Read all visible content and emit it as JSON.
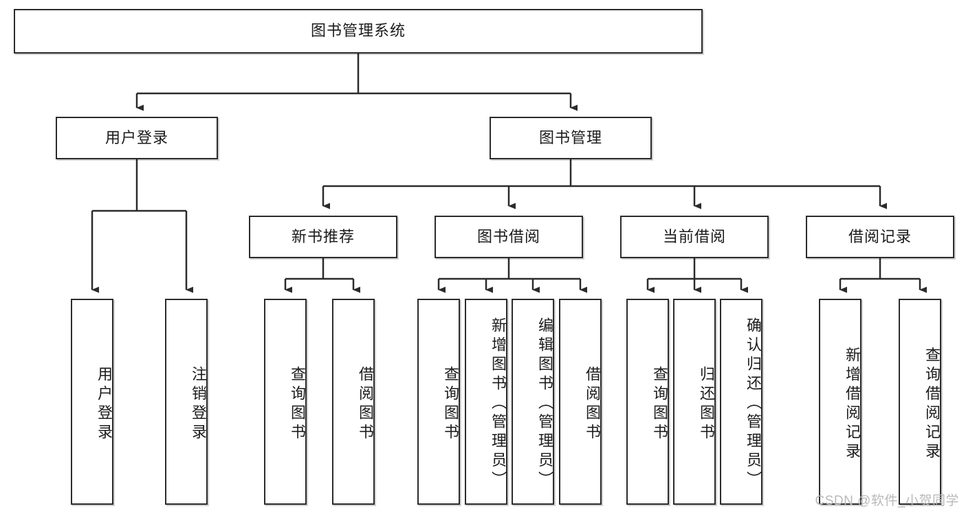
{
  "diagram": {
    "title": "图书管理系统",
    "watermark": "CSDN @软件_小贺同学",
    "colors": {
      "stroke": "#2b2b2b",
      "fill": "#ffffff",
      "text": "#1b1b1b",
      "watermark": "#b9b9b9"
    },
    "root": {
      "label": "图书管理系统"
    },
    "level2": [
      {
        "label": "用户登录"
      },
      {
        "label": "图书管理"
      }
    ],
    "level3": [
      {
        "label": "新书推荐"
      },
      {
        "label": "图书借阅"
      },
      {
        "label": "当前借阅"
      },
      {
        "label": "借阅记录"
      }
    ],
    "leaves": {
      "user_login": [
        {
          "label": "用户登录"
        },
        {
          "label": "注销登录"
        }
      ],
      "new_book": [
        {
          "label": "查询图书"
        },
        {
          "label": "借阅图书"
        }
      ],
      "book_borrow": [
        {
          "label": "查询图书"
        },
        {
          "label": "新增图书（管理员）"
        },
        {
          "label": "编辑图书（管理员）"
        },
        {
          "label": "借阅图书"
        }
      ],
      "current_borrow": [
        {
          "label": "查询图书"
        },
        {
          "label": "归还图书"
        },
        {
          "label": "确认归还（管理员）"
        }
      ],
      "borrow_record": [
        {
          "label": "新增借阅记录"
        },
        {
          "label": "查询借阅记录"
        }
      ]
    }
  }
}
